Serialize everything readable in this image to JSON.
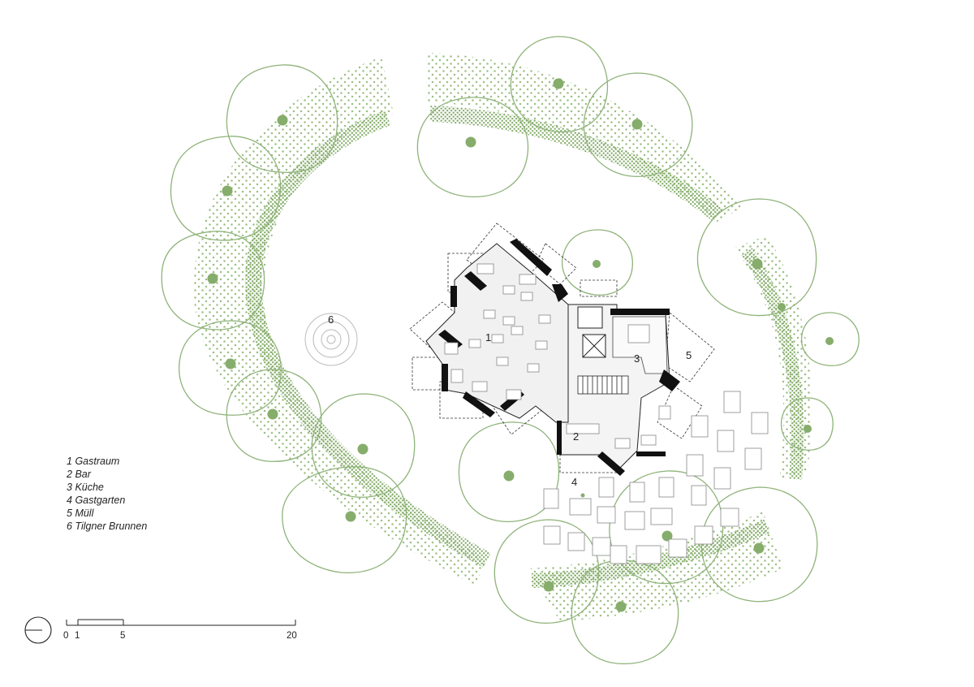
{
  "legend": {
    "items": [
      {
        "num": "1",
        "label": "Gastraum"
      },
      {
        "num": "2",
        "label": "Bar"
      },
      {
        "num": "3",
        "label": "Küche"
      },
      {
        "num": "4",
        "label": "Gastgarten"
      },
      {
        "num": "5",
        "label": "Müll"
      },
      {
        "num": "6",
        "label": "Tilgner Brunnen"
      }
    ]
  },
  "room_numbers": [
    "1",
    "2",
    "3",
    "4",
    "5",
    "6"
  ],
  "scale_bar": {
    "ticks": [
      "0",
      "1",
      "5",
      "20"
    ]
  },
  "colors": {
    "tree_outline": "#8fb37a",
    "foliage_dots": "#9cc084",
    "tree_trunk": "#86ad6b",
    "wall": "#111111",
    "floor": "#f1f1f1",
    "furniture": "#888888"
  },
  "icons": [
    "north-arrow-icon",
    "fountain-icon"
  ]
}
